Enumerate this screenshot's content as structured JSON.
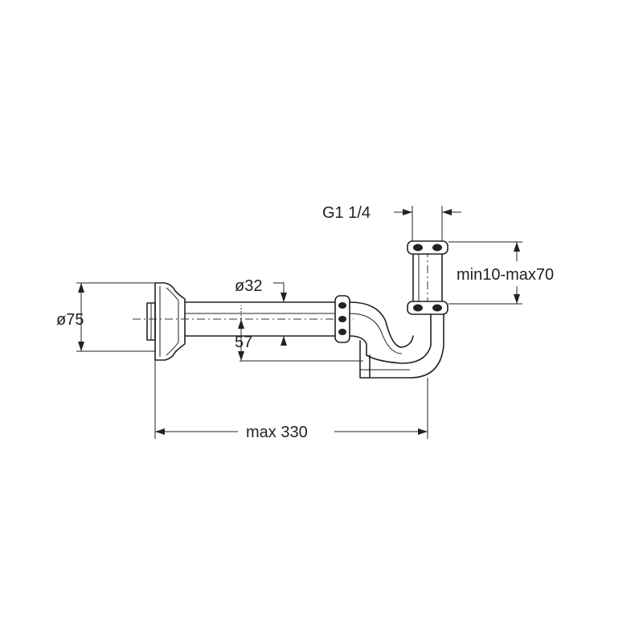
{
  "diagram": {
    "labels": {
      "thread": "G1 1/4",
      "diameter_rosette": "ø75",
      "diameter_pipe": "ø32",
      "offset": "57",
      "height_range": "min10-max70",
      "length": "max 330"
    }
  }
}
